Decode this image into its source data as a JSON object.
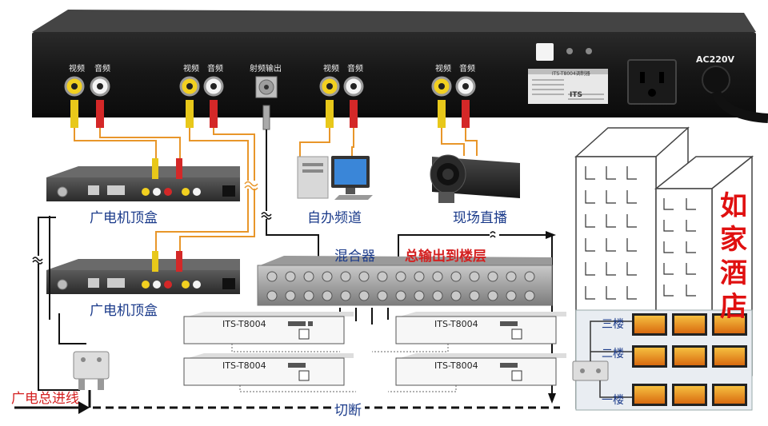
{
  "modulator": {
    "port_labels": [
      {
        "video": "视频",
        "audio": "音频"
      },
      {
        "video": "视频",
        "audio": "音频"
      },
      {
        "rf": "射频输出"
      },
      {
        "video": "视频",
        "audio": "音频"
      },
      {
        "video": "视频",
        "audio": "音频"
      }
    ],
    "power_label": "AC220V",
    "plate_title": "ITS-T8004调制器",
    "plate_brand": "ITS"
  },
  "sources": {
    "stb_1": "广电机顶盒",
    "stb_2": "广电机顶盒",
    "self_channel": "自办频道",
    "live": "现场直播"
  },
  "mixer": {
    "label": "混合器",
    "output_label": "总输出到楼层",
    "modules": [
      "ITS-T8004",
      "ITS-T8004",
      "ITS-T8004",
      "ITS-T8004"
    ]
  },
  "cable": {
    "main_input": "广电总进线",
    "cut": "切断"
  },
  "building": {
    "hotel_chars": [
      "如",
      "家",
      "酒",
      "店"
    ],
    "floors": [
      "三楼",
      "二楼",
      "一楼"
    ]
  },
  "colors": {
    "cable_orange": "#e8962a",
    "label_blue": "#1a3a8a",
    "label_red": "#d42020",
    "tv_orange": "#e8a020"
  }
}
